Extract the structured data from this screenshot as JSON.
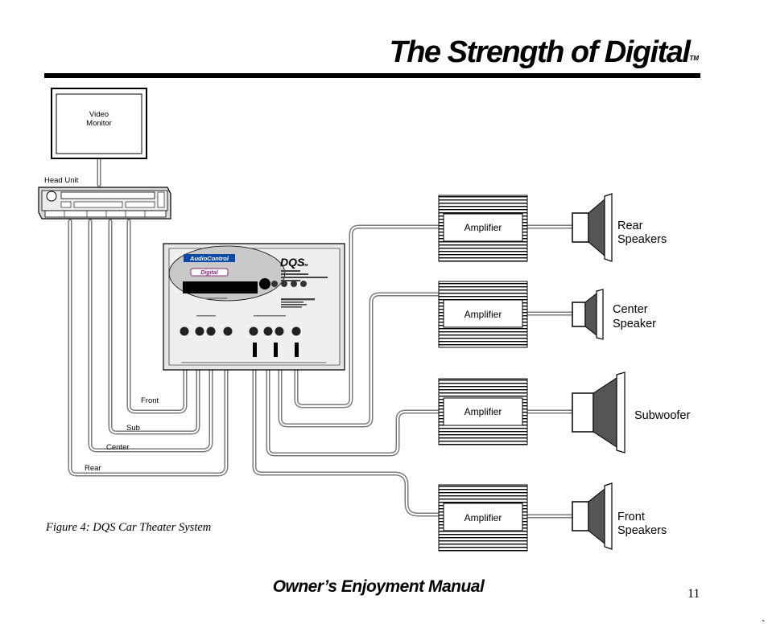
{
  "header": {
    "title": "The Strength of Digital",
    "trademark": "TM"
  },
  "diagram": {
    "video_monitor": {
      "line1": "Video",
      "line2": "Monitor"
    },
    "head_unit": {
      "label": "Head Unit"
    },
    "cable_labels": {
      "front": "Front",
      "sub": "Sub",
      "center": "Center",
      "rear": "Rear"
    },
    "processor": {
      "brand": "AudioControl",
      "brand_sub": "Digital",
      "model": "DQS",
      "tm": "TM"
    },
    "amplifiers": [
      {
        "label": "Amplifier"
      },
      {
        "label": "Amplifier"
      },
      {
        "label": "Amplifier"
      },
      {
        "label": "Amplifier"
      }
    ],
    "speakers": [
      {
        "line1": "Rear",
        "line2": "Speakers"
      },
      {
        "line1": "Center",
        "line2": "Speaker"
      },
      {
        "line1": "Subwoofer",
        "line2": ""
      },
      {
        "line1": "Front",
        "line2": "Speakers"
      }
    ]
  },
  "caption": "Figure 4: DQS  Car Theater System",
  "footer": {
    "title": "Owner’s Enjoyment Manual",
    "page_number": "11",
    "stray_mark": "`"
  }
}
